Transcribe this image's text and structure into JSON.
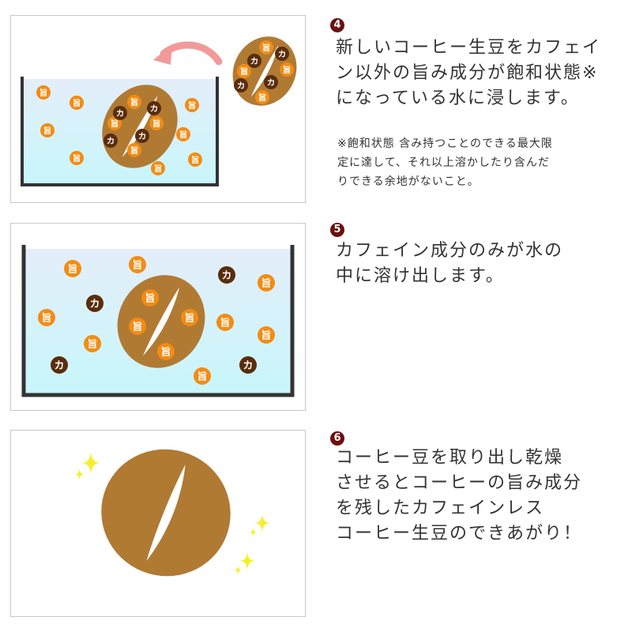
{
  "labels": {
    "umami": "旨",
    "caffeine": "カ"
  },
  "colors": {
    "umami": "#f28c14",
    "caffeine": "#5a2d0c",
    "bean": "#b07a33",
    "water_top": "#e4eefa",
    "water_bottom": "#c8f6fb",
    "tank": "#333333",
    "arrow": "#f29a9a",
    "sparkle": "#f5f02a"
  },
  "steps": [
    {
      "number": "4",
      "text": "新しいコーヒー生豆をカフェイ\nン以外の旨み成分が飽和状態※\nになっている水に浸します。",
      "note": "※飽和状態 含み持つことのできる最大限\n定に達して、それ以上溶かしたり含んだ\nりできる余地がないこと。"
    },
    {
      "number": "5",
      "text": "カフェイン成分のみが水の\n中に溶け出します。"
    },
    {
      "number": "6",
      "text": "コーヒー豆を取り出し乾燥\nさせるとコーヒーの旨み成分\nを残したカフェインレス\nコーヒー生豆のできあがり！"
    }
  ]
}
